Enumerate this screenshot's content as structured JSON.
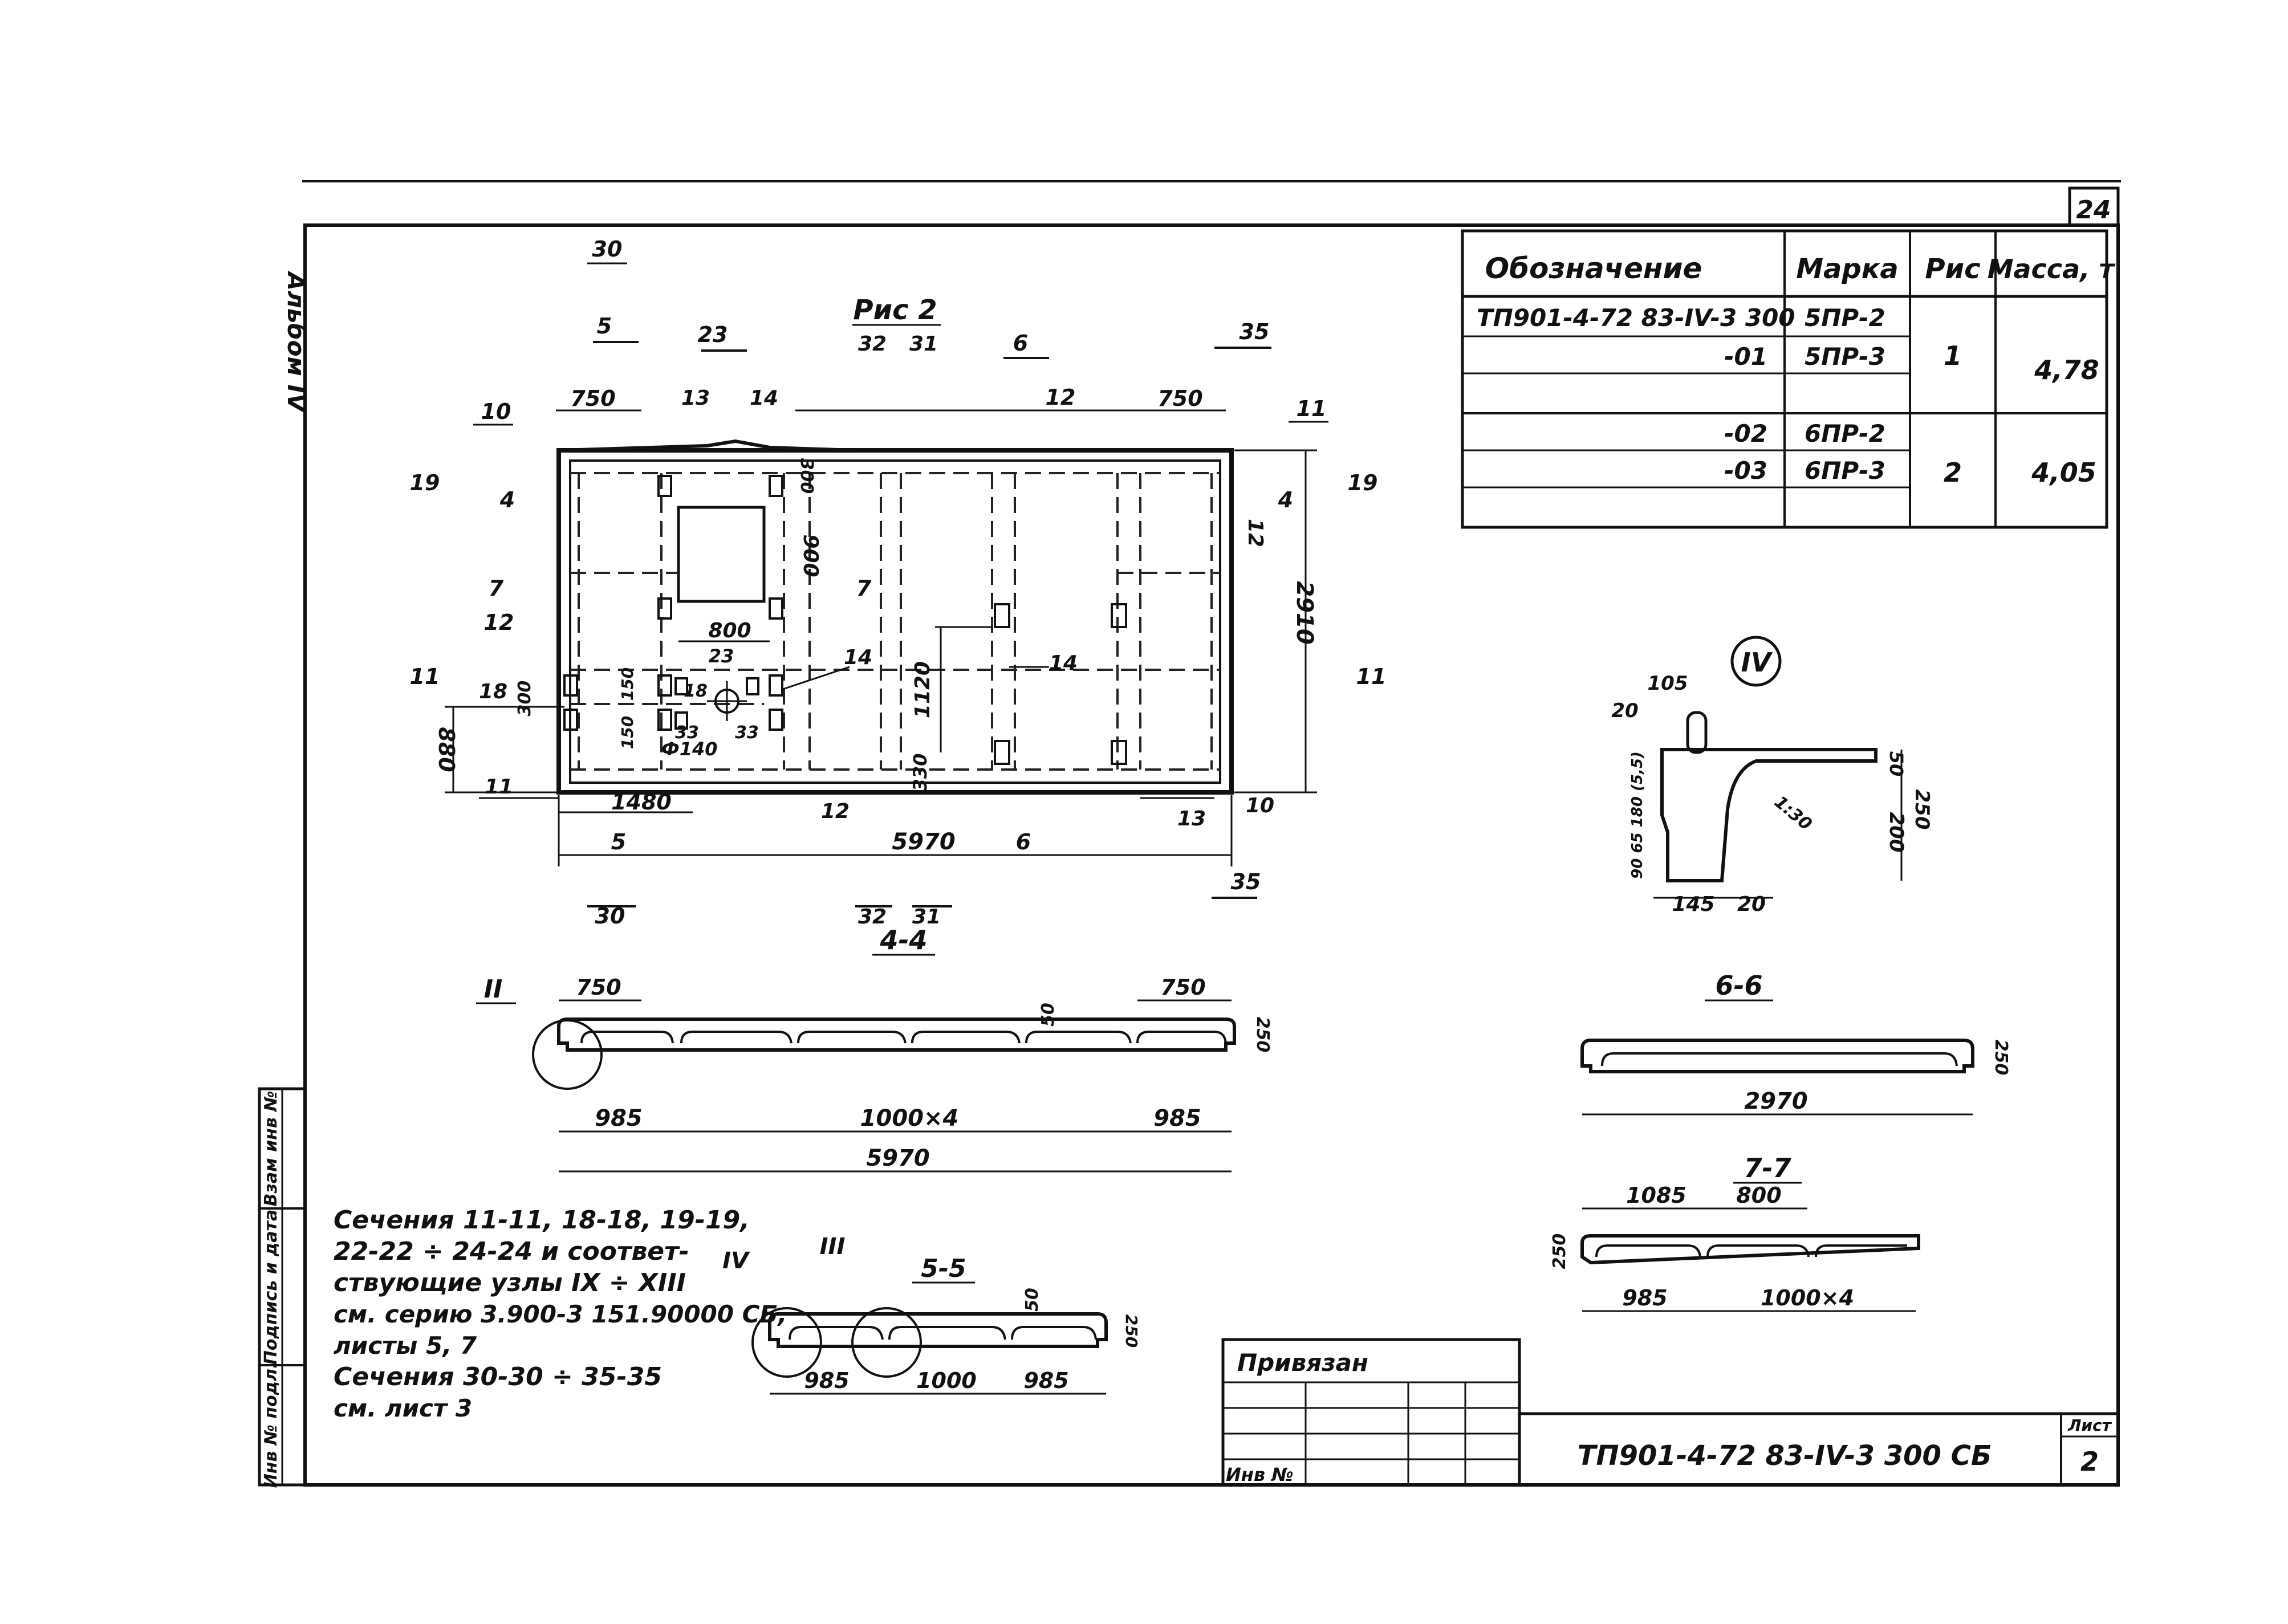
{
  "sheet": {
    "page_number": "24",
    "side_label": "Альбом IV",
    "sheet_label": "Лист",
    "sheet_number": "2",
    "doc_code": "ТП901-4-72 83-IV-3 300 СБ",
    "binding_label": "Привязан",
    "inv_label": "Инв №"
  },
  "stamp_column": [
    "Инв № подл.",
    "Подпись и дата",
    "Взам инв №"
  ],
  "spec_table": {
    "headers": [
      "Обозначение",
      "Марка",
      "Рис",
      "Масса, т"
    ],
    "rows": [
      {
        "designation": "ТП901-4-72 83-IV-3 300",
        "mark": "5ПР-2"
      },
      {
        "designation": "-01",
        "mark": "5ПР-3"
      },
      {
        "designation": "-02",
        "mark": "6ПР-2"
      },
      {
        "designation": "-03",
        "mark": "6ПР-3"
      }
    ],
    "groups": [
      {
        "fig": "1",
        "mass": "4,78"
      },
      {
        "fig": "2",
        "mass": "4,05"
      }
    ]
  },
  "plan": {
    "title": "Рис 2",
    "dims": {
      "overall_length": "5970",
      "overall_width": "2910",
      "end_left": "750",
      "end_right": "750",
      "opening_width": "800",
      "opening_height": "900",
      "left_offset": "1480",
      "bottom_offset": "880",
      "vertical_1120": "1120",
      "vertical_330": "330",
      "hole_diameter": "Ф140",
      "small_300": "300",
      "small_300b": "300",
      "small_150": "150",
      "small_150b": "150"
    },
    "section_marks": [
      "30",
      "5",
      "23",
      "32",
      "31",
      "6",
      "35",
      "19",
      "4",
      "7",
      "11",
      "18"
    ],
    "callouts": [
      "10",
      "11",
      "12",
      "13",
      "14",
      "23",
      "33",
      "18"
    ]
  },
  "section_4_4": {
    "title": "4-4",
    "node_label": "II",
    "dims": {
      "left_top": "750",
      "right_top": "750",
      "rib": "50",
      "height": "250",
      "left": "985",
      "middle": "1000×4",
      "right": "985",
      "total": "5970"
    }
  },
  "section_5_5": {
    "title": "5-5",
    "node_labels": [
      "IV",
      "III"
    ],
    "dims": {
      "rib": "50",
      "height": "250",
      "left": "985",
      "middle": "1000",
      "right": "985"
    }
  },
  "section_6_6": {
    "title": "6-6",
    "dims": {
      "height": "250",
      "width": "2970"
    }
  },
  "section_7_7": {
    "title": "7-7",
    "dims": {
      "top_left": "1085",
      "top_right": "800",
      "height": "250",
      "left": "985",
      "middle": "1000×4"
    }
  },
  "node_IV": {
    "label": "IV",
    "dims": {
      "d105": "105",
      "d20a": "20",
      "d145": "145",
      "d20b": "20",
      "d50": "50",
      "d200": "200",
      "d250": "250",
      "slope": "1:30",
      "side": "90 65 180 (5,5)"
    }
  },
  "notes": [
    "Сечения 11-11, 18-18, 19-19,",
    "22-22 ÷ 24-24 и соответ-",
    "ствующие узлы IX ÷ XIII",
    "см. серию 3.900-3 151.90000 СБ,",
    "листы 5, 7",
    "Сечения 30-30 ÷ 35-35",
    "см. лист 3"
  ]
}
